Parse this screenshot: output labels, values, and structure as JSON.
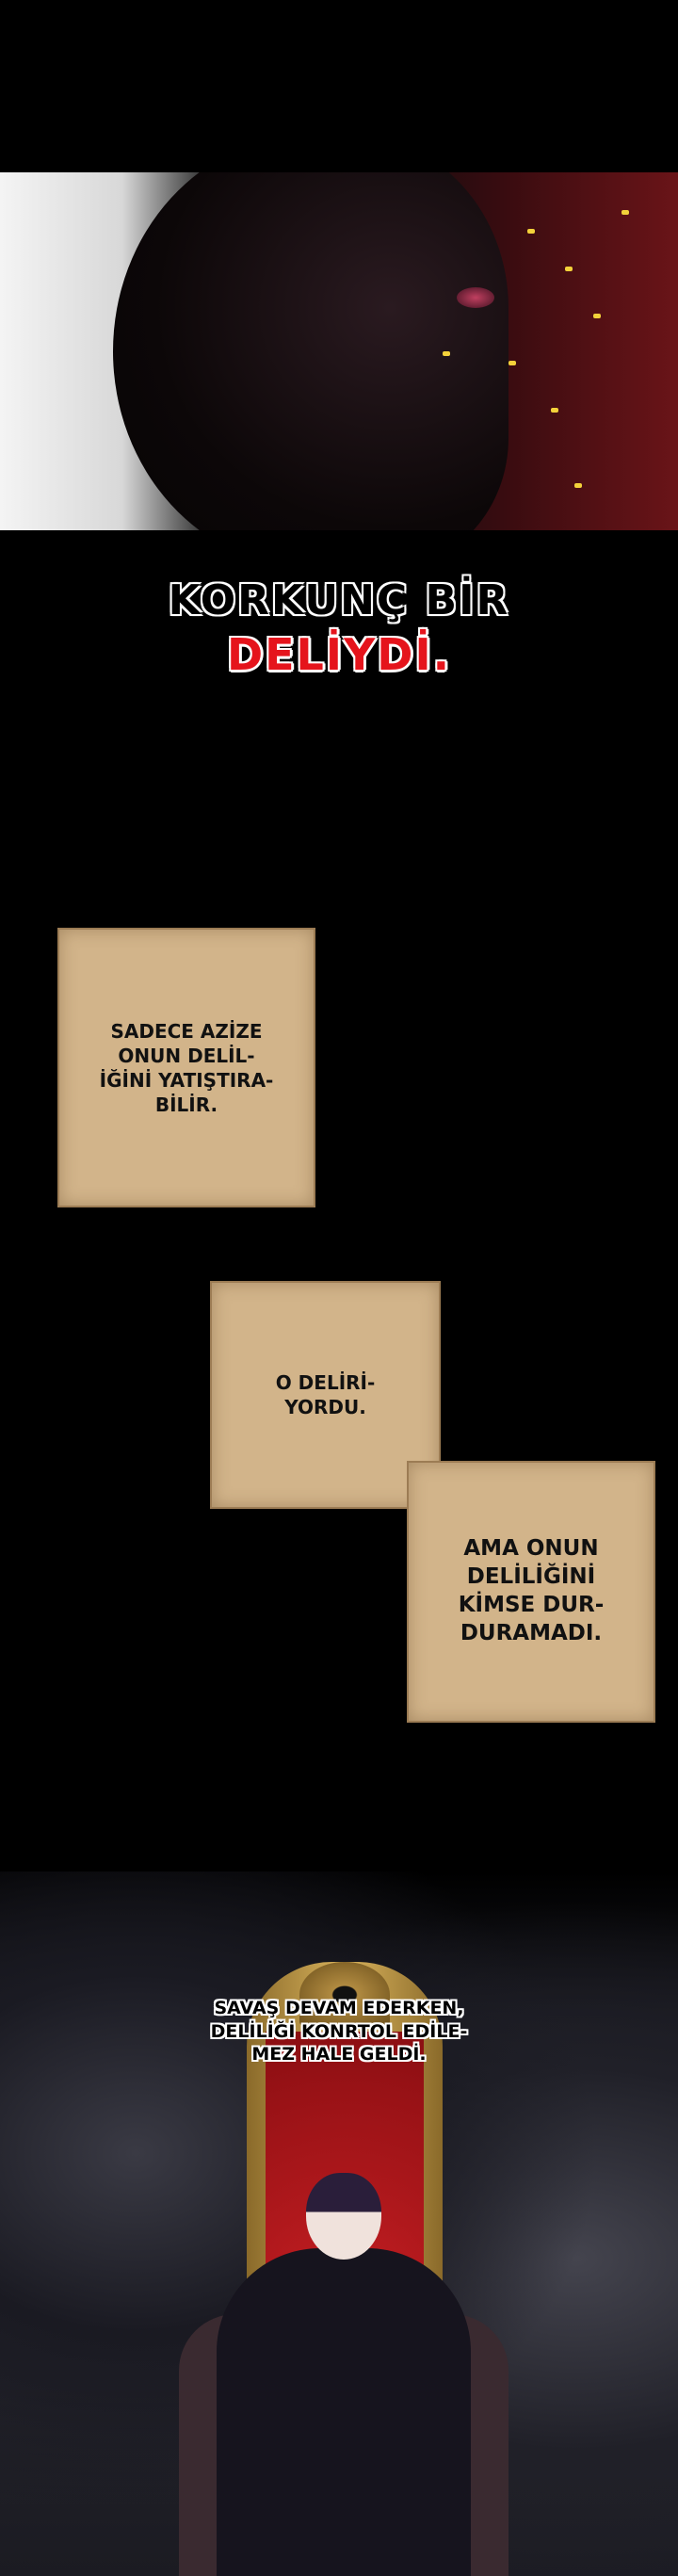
{
  "title": {
    "line1": "KORKUNÇ BİR",
    "line2": "DELİYDİ."
  },
  "narration": [
    {
      "text": "SADECE AZİZE\nONUN DELİL-\nİĞİNİ YATIŞTIRA-\nBİLİR."
    },
    {
      "text": "O DELİRİ-\nYORDU."
    },
    {
      "text": "AMA ONUN\nDELİLİĞİNİ\nKİMSE DUR-\nDURAMADI."
    }
  ],
  "caption": "SAVAŞ DEVAM EDERKEN,\nDELİLİĞİ KONRTOL EDİLE-\nMEZ HALE GELDİ.",
  "colors": {
    "accent_red": "#e5141c",
    "box": "#d2b48a",
    "throne_red": "#c51e22",
    "gold": "#d9b35c"
  }
}
